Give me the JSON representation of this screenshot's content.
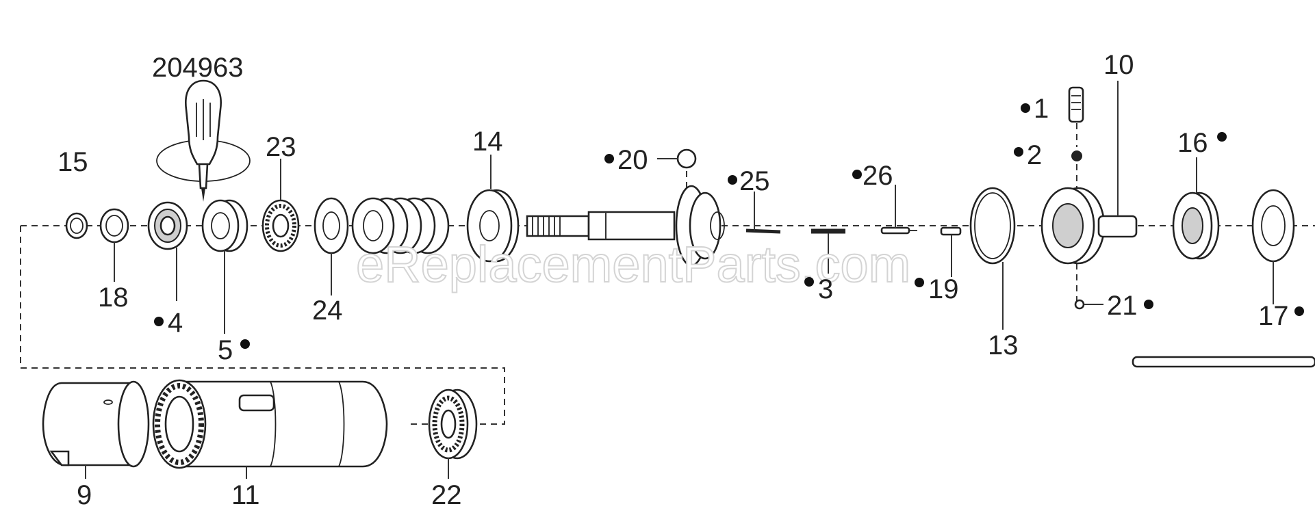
{
  "watermark": "eReplacementParts.com",
  "labels": {
    "tool": "204963",
    "p1": "1",
    "p2": "2",
    "p3": "3",
    "p4": "4",
    "p5": "5",
    "p9": "9",
    "p10": "10",
    "p11": "11",
    "p13": "13",
    "p14": "14",
    "p15": "15",
    "p16": "16",
    "p17": "17",
    "p18": "18",
    "p19": "19",
    "p20": "20",
    "p21": "21",
    "p22": "22",
    "p23": "23",
    "p24": "24",
    "p25": "25",
    "p26": "26"
  }
}
